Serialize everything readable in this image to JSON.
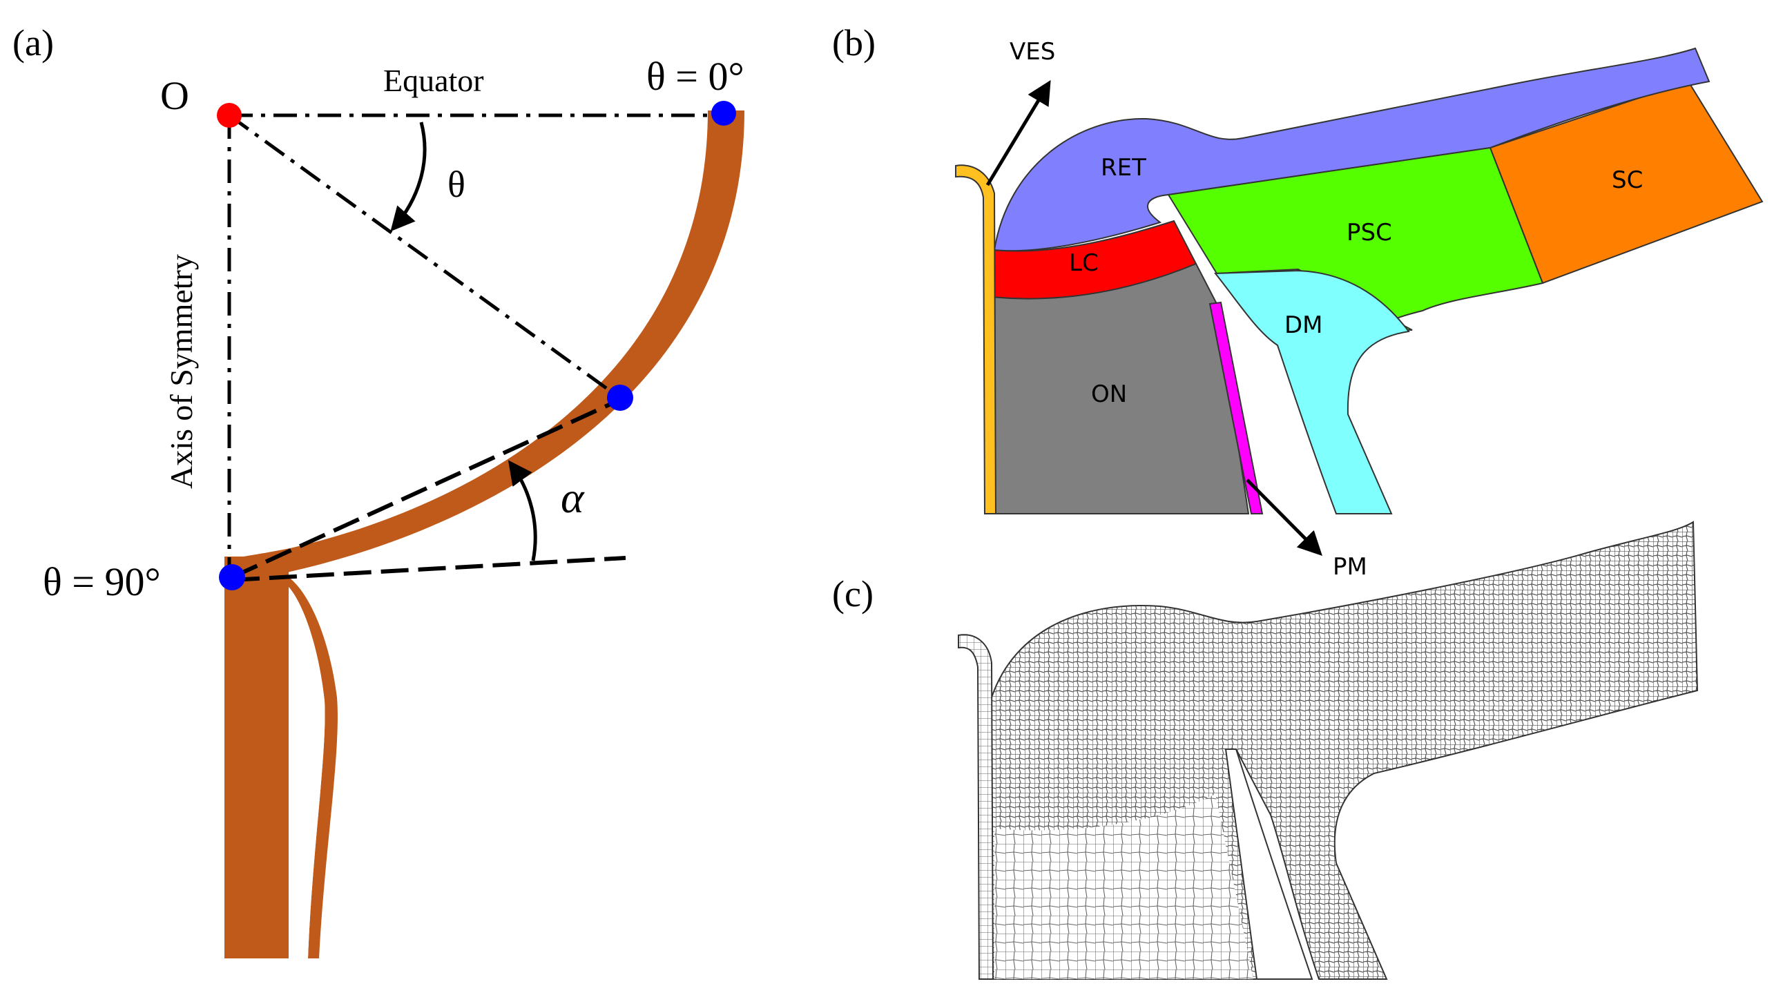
{
  "panel_a": {
    "label": "(a)",
    "origin_label": "O",
    "equator_label": "Equator",
    "theta_label": "θ",
    "theta0_label": "θ = 0°",
    "theta90_label": "θ = 90°",
    "axis_label": "Axis of Symmetry",
    "alpha_label": "α"
  },
  "panel_b": {
    "label": "(b)",
    "regions": {
      "ret": "RET",
      "lc": "LC",
      "psc": "PSC",
      "sc": "SC",
      "dm": "DM",
      "on": "ON"
    },
    "callouts": {
      "ves": "VES",
      "pm": "PM"
    }
  },
  "panel_c": {
    "label": "(c)"
  },
  "colors": {
    "sclera_brown": "#c05a1a",
    "origin_red": "#ff0000",
    "marker_blue": "#0000ff",
    "ret": "#8080ff",
    "lc": "#ff0000",
    "psc": "#55ff00",
    "sc": "#ff8000",
    "dm": "#80ffff",
    "on": "#808080",
    "pm": "#ff00ff",
    "ves": "#ffc020"
  }
}
